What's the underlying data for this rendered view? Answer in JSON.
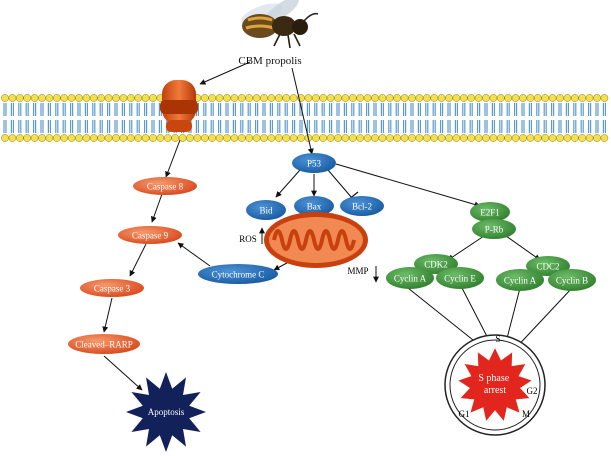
{
  "source": "CBM propolis",
  "receptor": "",
  "extrinsic": [
    "Caspase 8",
    "Caspase 9",
    "Caspase 3",
    "Cleaved–RARP"
  ],
  "outcome_apoptosis": "Apoptosis",
  "p53": "P53",
  "bcl_family": [
    "Bid",
    "Bax",
    "Bcl-2"
  ],
  "mito_labels": {
    "ros": "ROS",
    "mmp": "MMP",
    "cytochrome": "Cytochrome C"
  },
  "cell_cycle_regulators": {
    "e2f1": "E2F1",
    "prb": "P-Rb"
  },
  "cdk_complexes": [
    {
      "kinase": "CDK2",
      "cyclins": [
        "Cyclin A",
        "Cyclin E"
      ]
    },
    {
      "kinase": "CDC2",
      "cyclins": [
        "Cyclin A",
        "Cyclin B"
      ]
    }
  ],
  "cell_cycle": {
    "arrest_label": "S phase arrest",
    "phases": [
      "S",
      "G2",
      "M",
      "G1"
    ]
  },
  "colors": {
    "caspase": "#e8582a",
    "blue_node": "#1f6fb8",
    "green_node": "#3f9a3c",
    "mitochondria": "#e8582a",
    "apoptosis": "#12215a",
    "arrest": "#e3261d",
    "membrane_head": "#f4e04d"
  },
  "icons": {
    "bee": "honeybee-icon"
  }
}
